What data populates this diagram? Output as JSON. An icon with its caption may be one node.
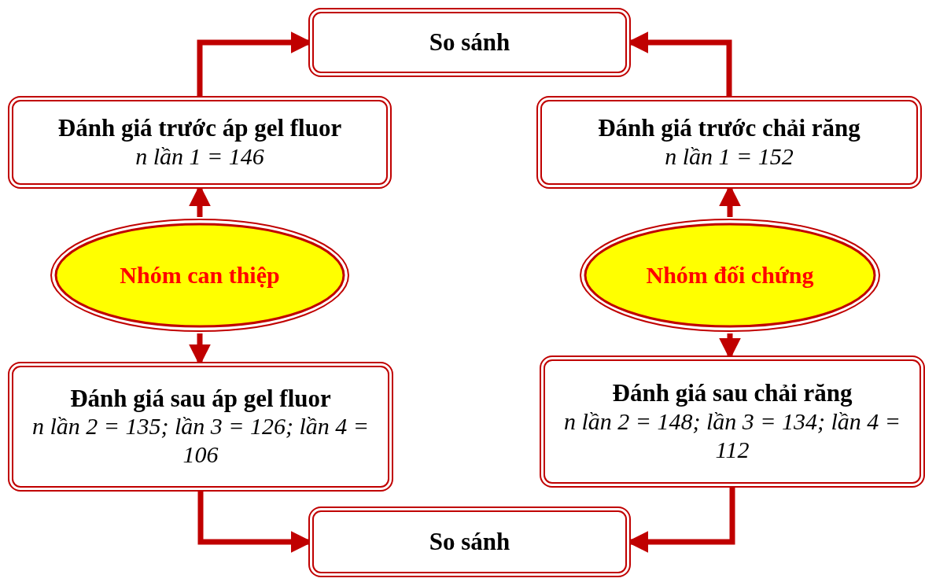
{
  "diagram": {
    "nodes": [
      {
        "text": [
          "So sánh"
        ]
      },
      {
        "text": [
          "Đánh giá trước áp gel fluor",
          "n lần 1 = 146"
        ]
      },
      {
        "text": [
          "Đánh giá trước chải răng",
          "n lần 1 = 152"
        ]
      },
      {
        "text": [
          "Nhóm can thiệp"
        ]
      },
      {
        "text": [
          "Nhóm đối chứng"
        ]
      },
      {
        "text": [
          "Đánh giá sau áp gel fluor",
          "n lần 2 = 135; lần 3 = 126; lần 4 = 106"
        ]
      },
      {
        "text": [
          "Đánh giá sau chải răng",
          "n lần 2 = 148; lần 3 = 134; lần 4 = 112"
        ]
      },
      {
        "text": [
          "So sánh"
        ]
      }
    ],
    "edges": [
      {
        "from": 1,
        "to": 0,
        "arrow": "to"
      },
      {
        "from": 2,
        "to": 0,
        "arrow": "to"
      },
      {
        "from": 3,
        "to": 1,
        "arrow": "to"
      },
      {
        "from": 4,
        "to": 2,
        "arrow": "to"
      },
      {
        "from": 3,
        "to": 5,
        "arrow": "to"
      },
      {
        "from": 4,
        "to": 6,
        "arrow": "to"
      },
      {
        "from": 5,
        "to": 7,
        "arrow": "to"
      },
      {
        "from": 6,
        "to": 7,
        "arrow": "to"
      }
    ]
  }
}
